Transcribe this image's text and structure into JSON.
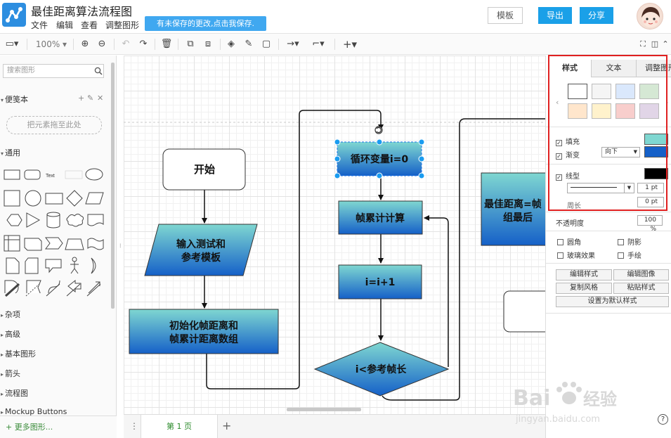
{
  "app": {
    "title": "最佳距离算法流程图",
    "menus": [
      "文件",
      "编辑",
      "查看",
      "调整图形"
    ],
    "unsaved_notice": "有未保存的更改,点击我保存.",
    "template_button": "模板",
    "export_button": "导出",
    "share_button": "分享"
  },
  "toolbar": {
    "zoom": "100%"
  },
  "left_panel": {
    "search_placeholder": "搜索图形",
    "scratchpad_title": "便笺本",
    "drop_hint": "把元素拖至此处",
    "general_title": "通用",
    "shape_text_label": "Text",
    "categories": [
      "杂项",
      "高级",
      "基本图形",
      "箭头",
      "流程图",
      "Mockup Buttons"
    ],
    "more_shapes": "+ 更多图形..."
  },
  "diagram": {
    "nodes": {
      "start": "开始",
      "input_line1": "输入测试和",
      "input_line2": "参考模板",
      "init_line1": "初始化帧距离和",
      "init_line2": "帧累计距离数组",
      "loop_var": "循环变量i=0",
      "frame_calc": "帧累计计算",
      "increment": "i=i+1",
      "condition": "i<参考帧长",
      "best_line1": "最佳距离=帧",
      "best_line2": "组最后"
    }
  },
  "pages": {
    "current": "第 1 页"
  },
  "format_panel": {
    "tabs": [
      "样式",
      "文本",
      "调整图形"
    ],
    "swatch_colors": [
      "#ffffff",
      "#f5f5f5",
      "#dae8fc",
      "#d5e8d4",
      "#ffe6cc",
      "#fff2cc",
      "#f8cecc",
      "#e1d5e7"
    ],
    "fill_label": "填充",
    "fill_color": "#7fd7d1",
    "gradient_label": "渐变",
    "gradient_direction": "向下",
    "gradient_color": "#1560c8",
    "line_label": "线型",
    "line_color": "#000000",
    "line_width": "1 pt",
    "perimeter_label": "周长",
    "perimeter_value": "0 pt",
    "opacity_label": "不透明度",
    "opacity_value": "100 %",
    "rounded_label": "圆角",
    "shadow_label": "阴影",
    "glass_label": "玻璃效果",
    "sketch_label": "手绘",
    "edit_style": "编辑样式",
    "edit_image": "编辑图像",
    "copy_style": "复制风格",
    "paste_style": "粘贴样式",
    "set_default": "设置为默认样式"
  },
  "watermark": {
    "brand": "Bai",
    "brand2": "经验",
    "url": "jingyan.baidu.com"
  }
}
